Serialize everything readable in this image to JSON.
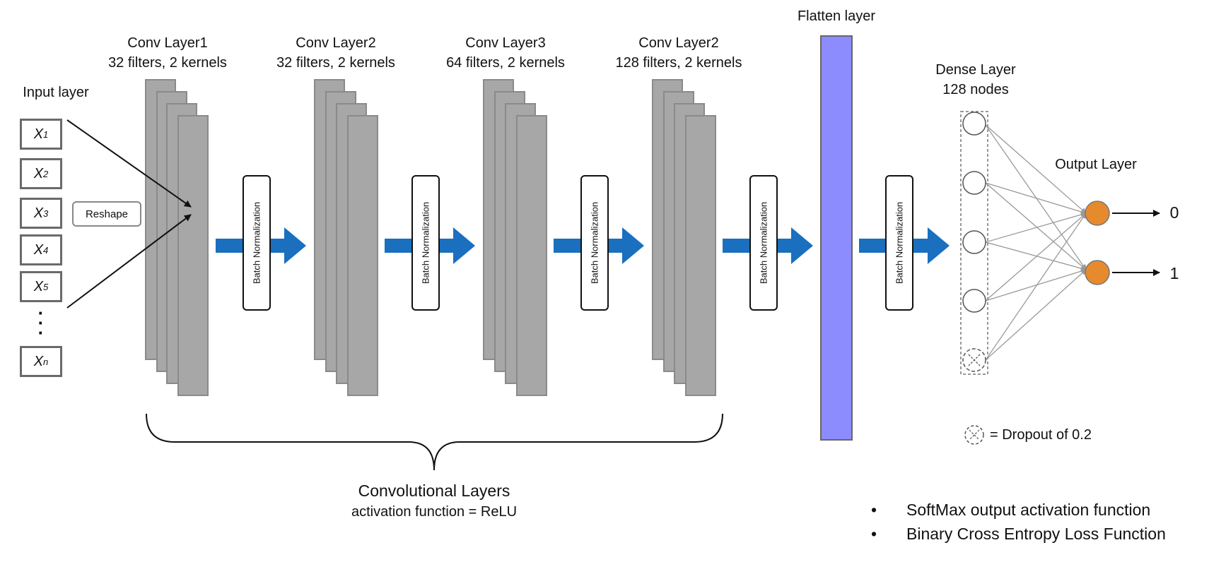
{
  "input": {
    "title": "Input layer",
    "items": [
      {
        "base": "X",
        "sub": "1"
      },
      {
        "base": "X",
        "sub": "2"
      },
      {
        "base": "X",
        "sub": "3"
      },
      {
        "base": "X",
        "sub": "4"
      },
      {
        "base": "X",
        "sub": "5"
      },
      {
        "base": "X",
        "sub": "n"
      }
    ],
    "ellipsis": "·\n·\n·"
  },
  "reshape_label": "Reshape",
  "conv_layers": [
    {
      "name": "Conv Layer1",
      "spec": "32 filters, 2 kernels"
    },
    {
      "name": "Conv Layer2",
      "spec": "32 filters, 2 kernels"
    },
    {
      "name": "Conv Layer3",
      "spec": "64 filters, 2 kernels"
    },
    {
      "name": "Conv Layer2",
      "spec": "128 filters, 2 kernels"
    }
  ],
  "batch_norm_label": "Batch Normalization",
  "flatten_label": "Flatten layer",
  "dense": {
    "name": "Dense Layer",
    "spec": "128 nodes"
  },
  "output": {
    "title": "Output Layer",
    "classes": [
      "0",
      "1"
    ]
  },
  "dropout_legend": "= Dropout of 0.2",
  "conv_group": {
    "title": "Convolutional Layers",
    "subtitle": "activation function  = ReLU"
  },
  "notes": [
    "SoftMax output activation function",
    "Binary Cross Entropy Loss Function"
  ],
  "colors": {
    "filter_plate": "#a7a7a7",
    "arrow": "#1a6fbf",
    "flatten": "#8c8cff",
    "output_node": "#e68a2e"
  }
}
